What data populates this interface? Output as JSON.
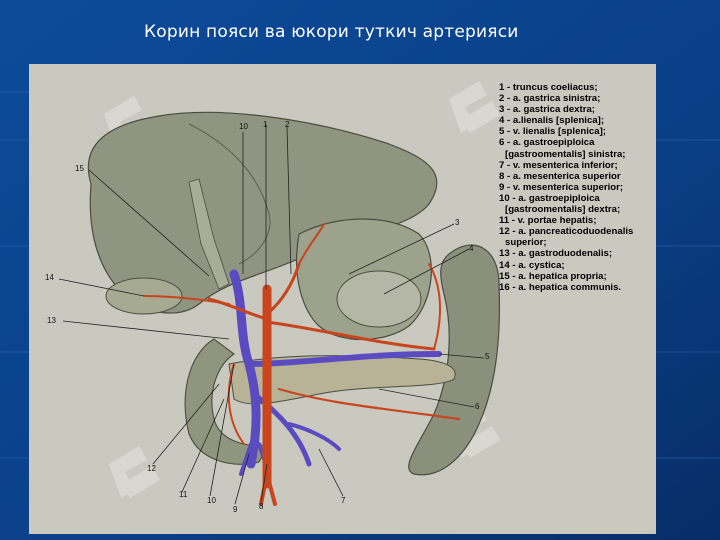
{
  "slide": {
    "title": "Корин пояси ва юкори туткич артерияси"
  },
  "legend": [
    {
      "text": "1 - truncus coeliacus;"
    },
    {
      "text": "2 - a. gastrica sinistra;"
    },
    {
      "text": "3 - a. gastrica dextra;"
    },
    {
      "text": "4 - a.lienalis [splenica];"
    },
    {
      "text": "5 - v. lienalis [splenica];"
    },
    {
      "text": "6 - a. gastroepiploica"
    },
    {
      "text": "[gastroomentalis] sinistra;",
      "cont": true
    },
    {
      "text": "7 - v. mesenterica inferior;"
    },
    {
      "text": "8 - a. mesenterica superior"
    },
    {
      "text": "9 - v. mesenterica superior;"
    },
    {
      "text": "10 - a. gastroepiploica"
    },
    {
      "text": "[gastroomentalis] dextra;",
      "cont": true
    },
    {
      "text": "11 - v. portae hepatis;"
    },
    {
      "text": "12 - a. pancreaticoduodenalis"
    },
    {
      "text": "superior;",
      "cont": true
    },
    {
      "text": "13 - a. gastroduodenalis;"
    },
    {
      "text": "14 - a. cystica;"
    },
    {
      "text": "15 - a. hepatica propria;"
    },
    {
      "text": "16 - a. hepatica communis."
    }
  ],
  "callouts": [
    "10",
    "1",
    "2",
    "15",
    "3",
    "4",
    "14",
    "13",
    "5",
    "6",
    "12",
    "11",
    "10",
    "9",
    "8",
    "7"
  ],
  "watermark": "SOFT",
  "colors": {
    "background": "#0a3f86",
    "panel": "#c9c9bf",
    "artery": "#c8451e",
    "vein": "#5a4cc0",
    "organ": "#8f9581"
  }
}
